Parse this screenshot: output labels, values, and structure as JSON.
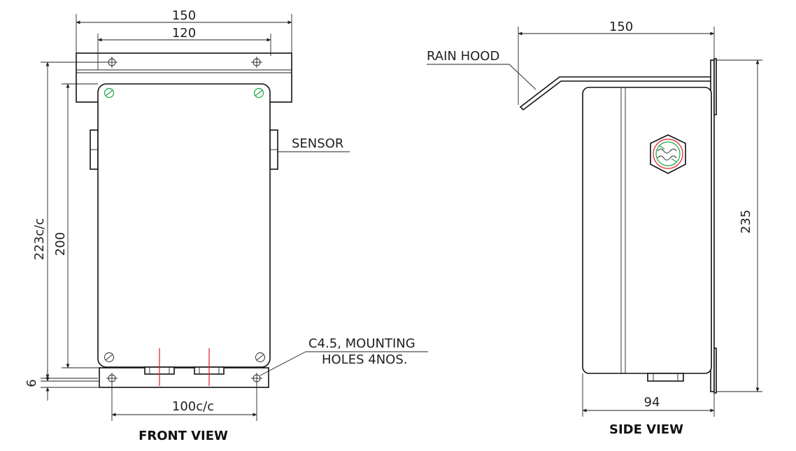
{
  "front_view": {
    "title": "FRONT VIEW",
    "dim_overall_width": "150",
    "dim_hole_spacing_top": "120",
    "dim_overall_height": "223c/c",
    "dim_body_height": "200",
    "dim_bracket_offset": "6",
    "dim_hole_spacing_bottom": "100c/c",
    "label_sensor": "SENSOR",
    "label_mounting_line1": "C4.5, MOUNTING",
    "label_mounting_line2": "HOLES 4NOS."
  },
  "side_view": {
    "title": "SIDE VIEW",
    "dim_overall_width": "150",
    "dim_overall_height": "235",
    "dim_body_depth": "94",
    "label_rain_hood": "RAIN HOOD"
  },
  "colors": {
    "outline": "#111111",
    "center_marks": "#e31b23",
    "screw_heads": "#19a84a"
  }
}
